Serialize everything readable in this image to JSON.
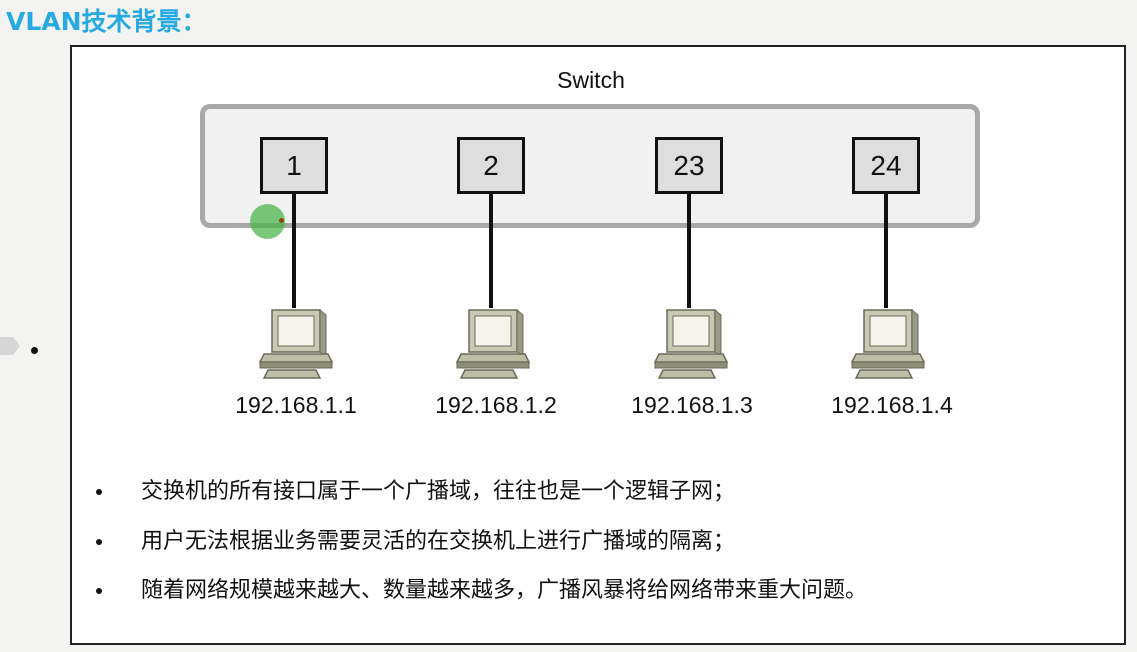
{
  "slide": {
    "title": "VLAN技术背景："
  },
  "diagram": {
    "switch_label": "Switch",
    "ports": [
      {
        "label": "1",
        "ip": "192.168.1.1"
      },
      {
        "label": "2",
        "ip": "192.168.1.2"
      },
      {
        "label": "23",
        "ip": "192.168.1.3"
      },
      {
        "label": "24",
        "ip": "192.168.1.4"
      }
    ],
    "device_icon": "desktop-computer-icon"
  },
  "bullets": [
    "交换机的所有接口属于一个广播域，往往也是一个逻辑子网；",
    "用户无法根据业务需要灵活的在交换机上进行广播域的隔离；",
    "随着网络规模越来越大、数量越来越多，广播风暴将给网络带来重大问题。"
  ],
  "colors": {
    "title": "#27a9e1",
    "cursor": "#46b446"
  }
}
